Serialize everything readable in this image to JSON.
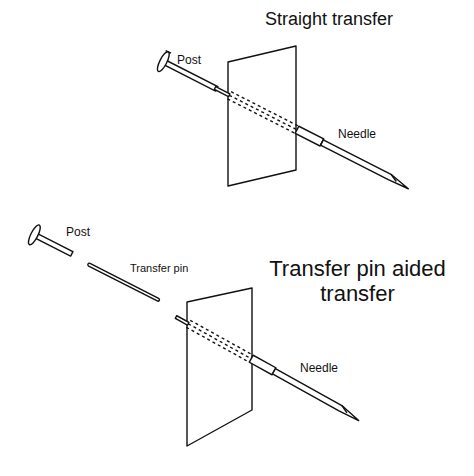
{
  "diagram": {
    "labels": [
      "Straight transfer",
      "Post",
      "Needle",
      "Post",
      "Transfer pin",
      "Transfer pin aided transfer",
      "Needle"
    ]
  }
}
